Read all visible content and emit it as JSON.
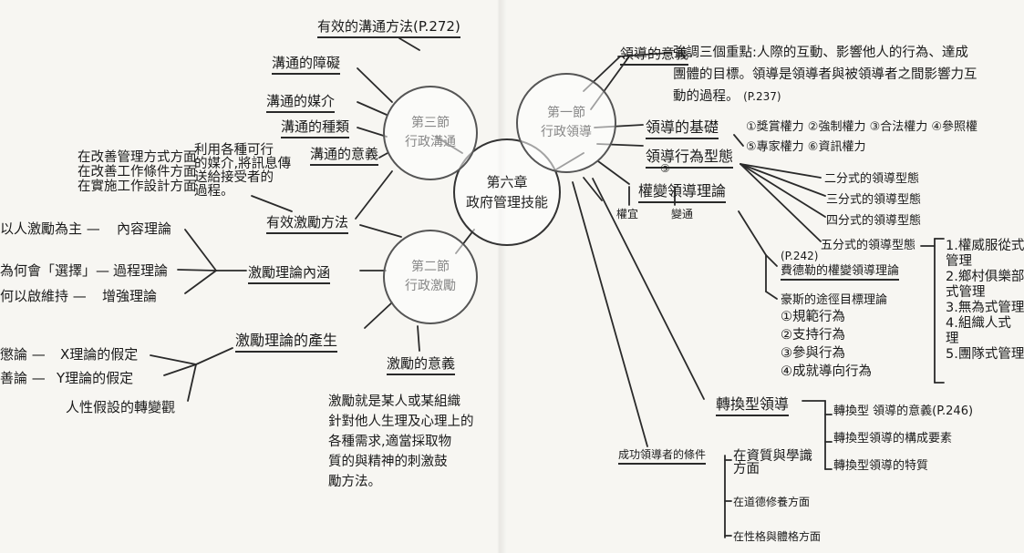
{
  "center": {
    "line1": "第六章",
    "line2": "政府管理技能"
  },
  "sec1": {
    "line1": "第一節",
    "line2": "行政領導"
  },
  "sec2": {
    "line1": "第三節",
    "line2": "行政溝通"
  },
  "sec3": {
    "line1": "第二節",
    "line2": "行政激勵"
  },
  "communication": {
    "effective_methods": "有效的溝通方法(P.272)",
    "barriers": "溝通的障礙",
    "media": "溝通的媒介",
    "types": "溝通的種類",
    "meaning": "溝通的意義",
    "meaning_note": [
      "利用各種可行",
      "的媒介,將訊息傳",
      "送給接受者的",
      "過程。"
    ]
  },
  "motivation": {
    "effective_methods": "有效激勵方法",
    "methods_notes": [
      "在改善管理方式方面",
      "在改善工作條件方面",
      "在實施工作設計方面"
    ],
    "content_meaning": "激勵理論內涵",
    "content_theory": "內容理論",
    "content_theory_note": "以人激勵為主 —",
    "process_theory": "過程理論",
    "process_theory_note": "為何會「選擇」—",
    "reinforcement_theory": "增強理論",
    "reinforcement_theory_note": "何以啟維持 —",
    "theory_origin": "激勵理論的產生",
    "x_theory": "X理論的假定",
    "x_theory_note": "懲論 —",
    "y_theory": "Y理論的假定",
    "y_theory_note": "善論 —",
    "human_nature": "人性假設的轉變觀",
    "meaning": "激勵的意義",
    "meaning_paragraph": [
      "激勵就是某人或某組織",
      "針對他人生理及心理上的",
      "各種需求,適當採取物",
      "質的與精神的刺激鼓",
      "勵方法。"
    ]
  },
  "leadership": {
    "meaning": "領導的意義",
    "meaning_text": [
      "強調三個重點:人際的互動、影響他人的行為、達成",
      "團體的目標。領導是領導者與被領導者之間影響力互",
      "動的過程。"
    ],
    "meaning_page": "(P.237)",
    "basis": "領導的基礎",
    "basis_items_1": "①獎賞權力 ②強制權力 ③合法權力 ④參照權",
    "basis_items_2": "⑤專家權力 ⑥資訊權力",
    "behavior_types": "領導行為型態",
    "bt_two": "二分式的領導型態",
    "bt_three": "三分式的領導型態",
    "bt_four": "四分式的領導型態",
    "bt_five": "五分式的領導型態",
    "bt_five_page": "(P.242)",
    "five_items": [
      "1.權威服從式",
      "管理",
      "2.鄉村俱樂部",
      "式管理",
      "3.無為式管理",
      "4.組織人式",
      "理",
      "5.團隊式管理"
    ],
    "contingency": "權變領導理論",
    "contingency_circle": "③",
    "weight": "權宜",
    "change": "變通",
    "fiedler": "費德勒的權變領導理論",
    "house": "豪斯的途徑目標理論",
    "house_items": [
      "①規範行為",
      "②支持行為",
      "③參與行為",
      "④成就導向行為"
    ],
    "transformational": "轉換型領導",
    "tf_meaning": "轉換型 領導的意義(P.246)",
    "tf_elements": "轉換型領導的構成要素",
    "tf_traits": "轉換型領導的特質",
    "success_conditions": "成功領導者的條件",
    "sc_items": [
      "在資質與學識",
      "方面",
      "在道德修養方面",
      "在性格與體格方面"
    ]
  },
  "colors": {
    "ink": "#1e1e1e",
    "pencil": "#555555",
    "paper": "#f7f6f2"
  }
}
